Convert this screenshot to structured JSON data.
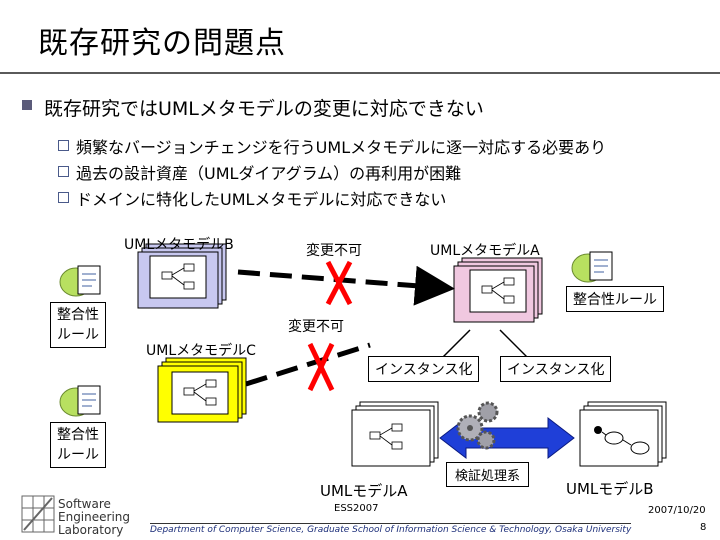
{
  "title": "既存研究の問題点",
  "main_bullet": "既存研究ではUMLメタモデルの変更に対応できない",
  "sub_bullets": [
    "頻繁なバージョンチェンジを行うUMLメタモデルに逐一対応する必要あり",
    "過去の設計資産（UMLダイアグラム）の再利用が困難",
    "ドメインに特化したUMLメタモデルに対応できない"
  ],
  "diagram": {
    "metamodel_b": "UMLメタモデルB",
    "metamodel_a": "UMLメタモデルA",
    "metamodel_c": "UMLメタモデルC",
    "unchangeable_1": "変更不可",
    "unchangeable_2": "変更不可",
    "consistency_rule_top": "整合性ルール",
    "consistency_rule_left_1": "整合性",
    "consistency_rule_left_2": "ルール",
    "consistency_rule_bottom_1": "整合性",
    "consistency_rule_bottom_2": "ルール",
    "instantiate_1": "インスタンス化",
    "instantiate_2": "インスタンス化",
    "model_a": "UMLモデルA",
    "model_b": "UMLモデルB",
    "verification": "検証処理系",
    "colors": {
      "blue_stack": "#c8c8f0",
      "pink_stack": "#f0c8e0",
      "yellow_stack": "#ffff00",
      "arrow_blue": "#1f3fd8",
      "cross_red": "#ff0000"
    }
  },
  "footer": {
    "conference": "ESS2007",
    "date": "2007/10/20",
    "department": "Department of Computer Science, Graduate School of Information Science & Technology, Osaka University",
    "page": "8",
    "logo_line1": "Software",
    "logo_line2": "Engineering",
    "logo_line3": "Laboratory"
  }
}
